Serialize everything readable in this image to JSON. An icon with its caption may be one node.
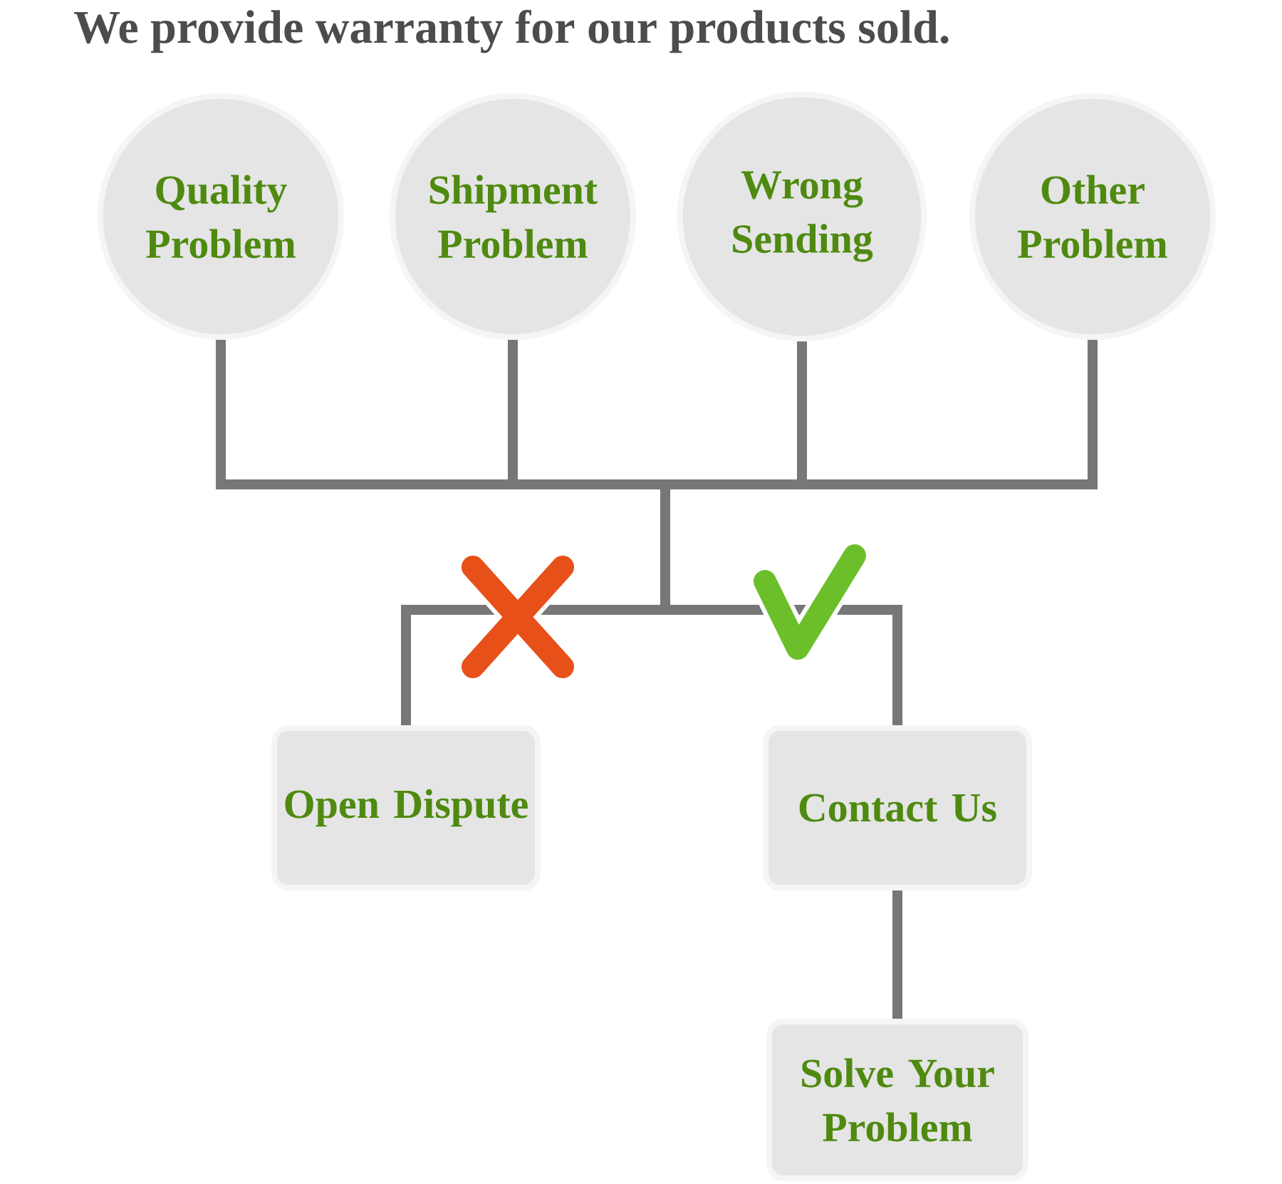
{
  "diagram": {
    "title": "We provide warranty for our products sold.",
    "nodes": [
      {
        "text": [
          "Quality Problem"
        ]
      },
      {
        "text": [
          "Shipment Problem"
        ]
      },
      {
        "text": [
          "Wrong Sending"
        ]
      },
      {
        "text": [
          "Other Problem"
        ]
      },
      {
        "text": [
          "Open Dispute"
        ]
      },
      {
        "text": [
          "Contact Us"
        ]
      },
      {
        "text": [
          "Solve Your Problem"
        ]
      }
    ],
    "edges": [
      {
        "from": 0,
        "to": 4,
        "arrow": "none"
      },
      {
        "from": 1,
        "to": 4,
        "arrow": "none"
      },
      {
        "from": 2,
        "to": 4,
        "arrow": "none"
      },
      {
        "from": 3,
        "to": 4,
        "arrow": "none"
      },
      {
        "from": 0,
        "to": 5,
        "arrow": "none"
      },
      {
        "from": 1,
        "to": 5,
        "arrow": "none"
      },
      {
        "from": 2,
        "to": 5,
        "arrow": "none"
      },
      {
        "from": 3,
        "to": 5,
        "arrow": "none"
      },
      {
        "from": 5,
        "to": 6,
        "arrow": "none"
      }
    ]
  }
}
